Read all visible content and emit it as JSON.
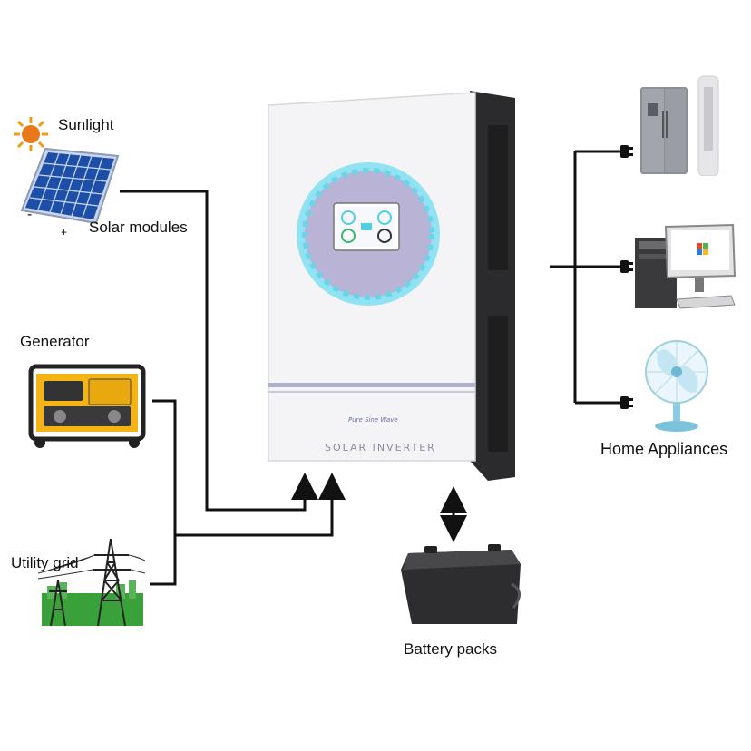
{
  "labels": {
    "sunlight": "Sunlight",
    "solar_modules": "Solar modules",
    "generator": "Generator",
    "utility_grid": "Utility grid",
    "battery_packs": "Battery packs",
    "home_appliances": "Home Appliances",
    "solar_minus": "-",
    "solar_plus": "+"
  },
  "inverter": {
    "wave_text": "Pure Sine Wave",
    "product_text": "SOLAR INVERTER"
  },
  "colors": {
    "line": "#111111",
    "inverter_body": "#f4f4f6",
    "inverter_side": "#2b2b2d",
    "display_ring": "#8fe3f2",
    "display_face": "#b9b3d6",
    "screen": "#4fd0e0",
    "stripe": "#aeb0cc",
    "sun": "#f39a12",
    "panel": "#1e4fa8",
    "generator": "#f5b416",
    "grass": "#3aa13a",
    "battery": "#2d2d2f"
  }
}
